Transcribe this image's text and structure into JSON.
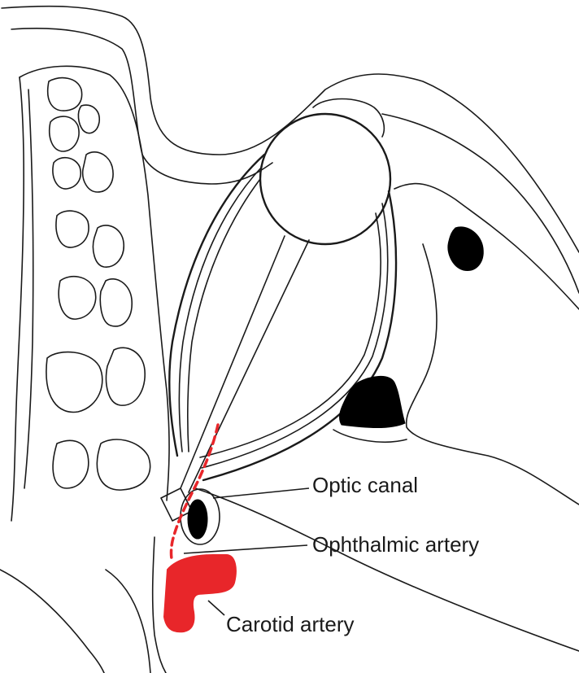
{
  "diagram": {
    "labels": {
      "optic_canal": "Optic canal",
      "ophthalmic_artery": "Ophthalmic artery",
      "carotid_artery": "Carotid artery"
    },
    "colors": {
      "carotid": "#e8262a",
      "ophthalmic_path": "#e8262a",
      "line": "#1a1a1a",
      "background": "#ffffff",
      "sinus_fill": "#000000"
    }
  }
}
